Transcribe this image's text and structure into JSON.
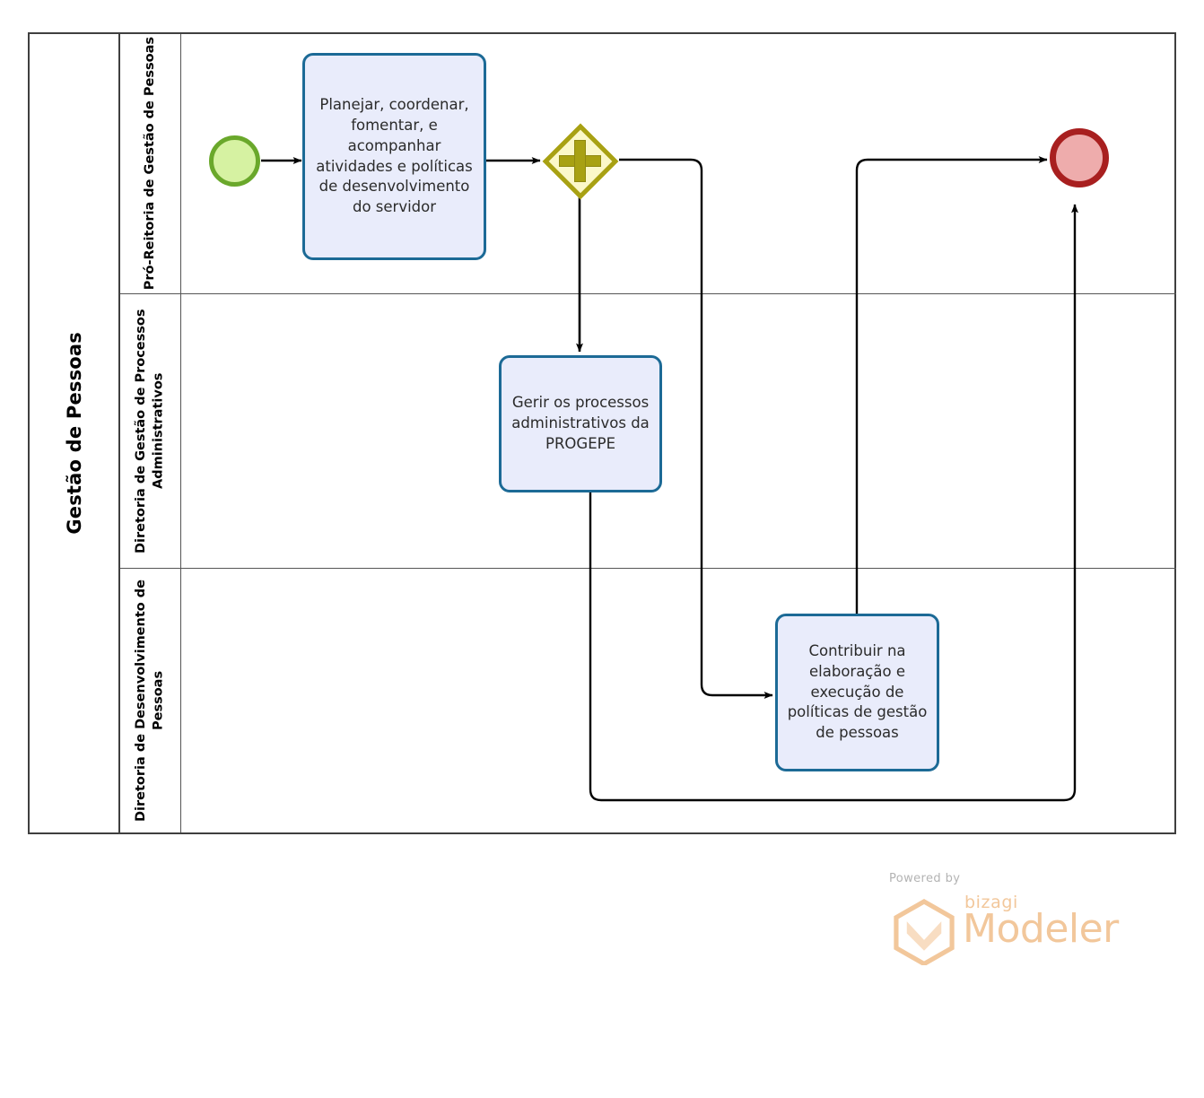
{
  "diagram": {
    "type": "bpmn-process",
    "pool": {
      "name": "Gestão de Pessoas"
    },
    "lanes": [
      {
        "id": "lane-1",
        "name": "Pró-Reitoria de Gestão de Pessoas"
      },
      {
        "id": "lane-2",
        "name": "Diretoria de Gestão de Processos Administrativos"
      },
      {
        "id": "lane-3",
        "name": "Diretoria de Desenvolvimento de Pessoas"
      }
    ],
    "nodes": {
      "start_event": {
        "kind": "start-event",
        "label": ""
      },
      "task_1": {
        "kind": "task",
        "label": "Planejar, coordenar, fomentar, e acompanhar atividades e políticas de desenvolvimento do servidor"
      },
      "gateway_1": {
        "kind": "parallel-gateway",
        "label": ""
      },
      "task_2": {
        "kind": "task",
        "label": "Gerir os processos administrativos da PROGEPE"
      },
      "task_3": {
        "kind": "task",
        "label": "Contribuir na elaboração e execução de políticas de gestão de pessoas"
      },
      "end_event": {
        "kind": "end-event",
        "label": ""
      }
    },
    "colors": {
      "task_border": "#1c6a96",
      "task_fill": "#e9ecfb",
      "start_border": "#6aa82b",
      "start_fill": "#d6f2a2",
      "end_border": "#a81f1f",
      "end_fill": "#eeacac",
      "gateway_border": "#a8a113",
      "gateway_fill": "#fbf8c9",
      "pool_border": "#3f3f3f",
      "lane_border": "#555555",
      "connector": "#000000"
    }
  },
  "watermark": {
    "powered_by": "Powered by",
    "brand": "bizagi",
    "product": "Modeler"
  }
}
